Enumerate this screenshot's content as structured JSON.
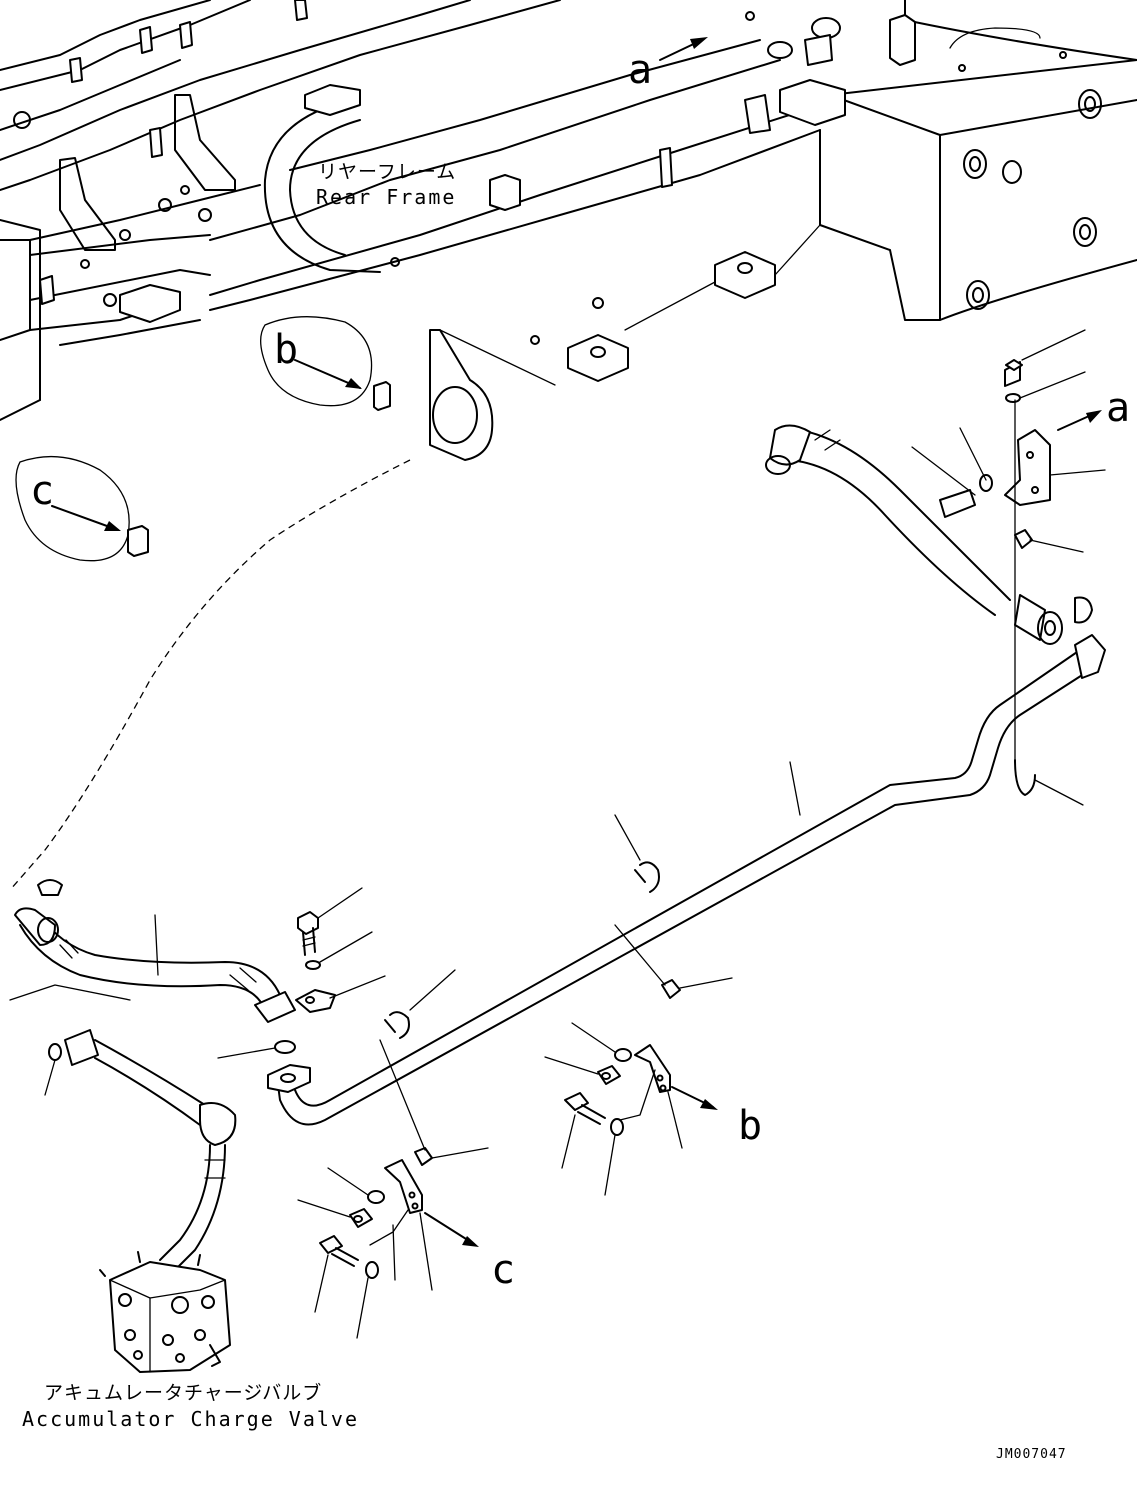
{
  "labels": {
    "frame_jp": "リヤーフレーム",
    "frame_en": "Rear Frame",
    "valve_jp": "アキュムレータチャージバルブ",
    "valve_en": "Accumulator Charge Valve",
    "drawing_code": "JM007047",
    "ref_a_frame": "a",
    "ref_a_bracket": "a",
    "ref_b_frame": "b",
    "ref_b_bracket": "b",
    "ref_c_frame": "c",
    "ref_c_bracket": "c"
  },
  "style": {
    "line_color": "#000000",
    "background": "#ffffff"
  }
}
